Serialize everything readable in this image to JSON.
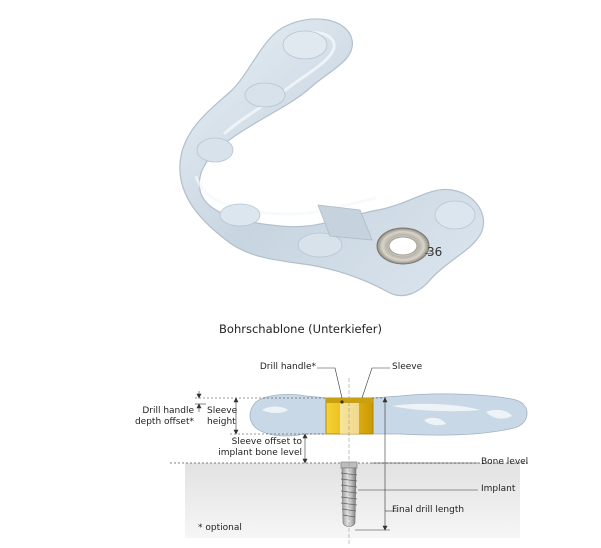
{
  "guide": {
    "tooth_number": "36",
    "title": "Bohrschablone (Unterkiefer)"
  },
  "diagram": {
    "labels": {
      "drill_handle": "Drill handle*",
      "sleeve": "Sleeve",
      "drill_handle_depth_offset_line1": "Drill handle",
      "drill_handle_depth_offset_line2": "depth offset*",
      "sleeve_height_line1": "Sleeve",
      "sleeve_height_line2": "height",
      "sleeve_offset_line1": "Sleeve offset to",
      "sleeve_offset_line2": "implant bone level",
      "bone_level": "Bone level",
      "implant": "Implant",
      "final_drill_length": "Final drill length",
      "optional_note": "* optional"
    },
    "colors": {
      "sleeve_gold": "#f0c419",
      "guide_blue": "#c9d8e6",
      "bone_gray": "#e4e4e4"
    }
  }
}
